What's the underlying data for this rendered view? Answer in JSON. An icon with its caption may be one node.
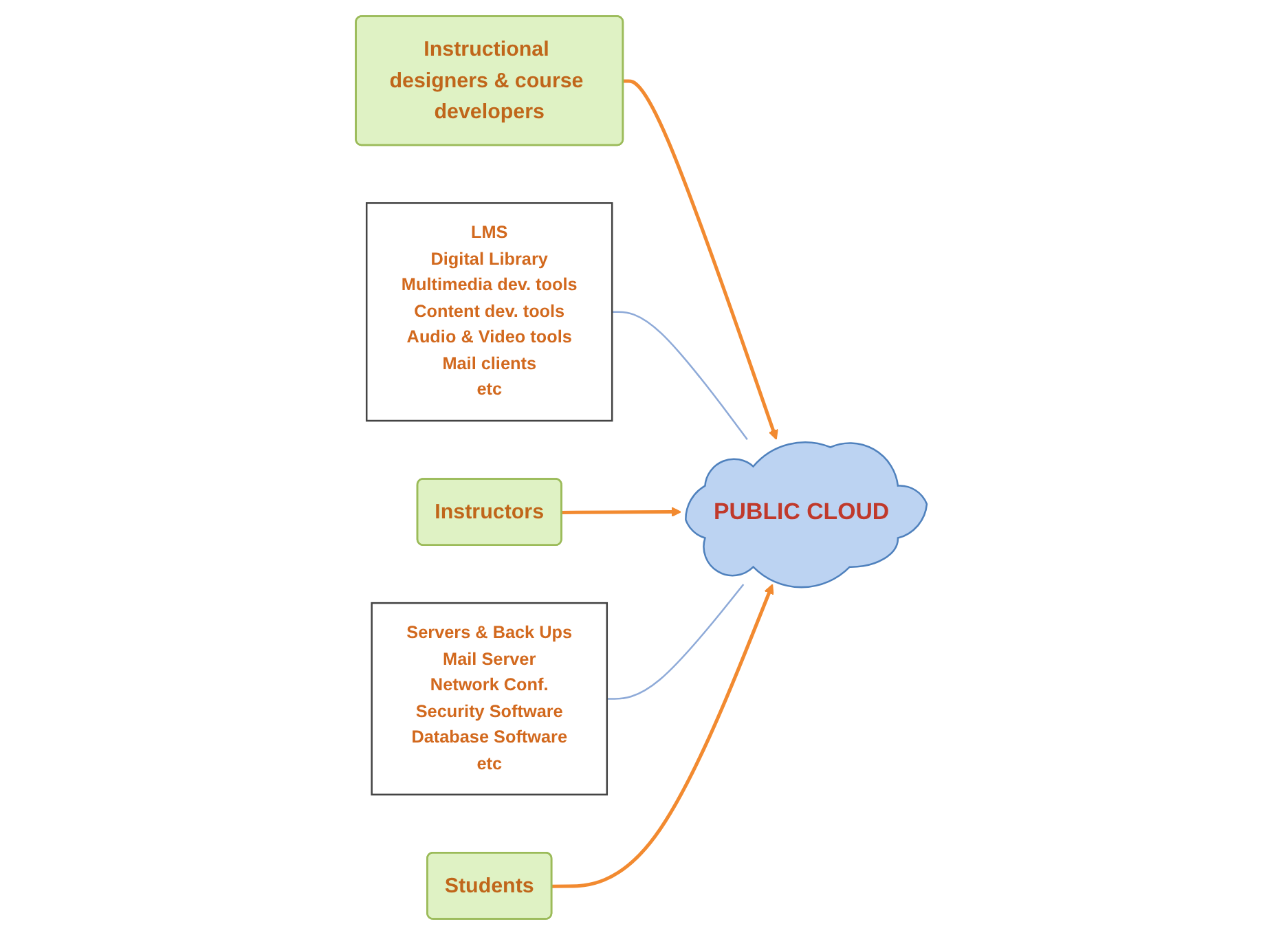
{
  "diagram": {
    "nodes": [
      {
        "text": [
          "Instructional designers & course developers"
        ]
      },
      {
        "text": [
          "PUBLIC CLOUD"
        ]
      },
      {
        "text": [
          "LMS",
          "Digital Library",
          "Multimedia  dev. tools",
          "Content dev. tools",
          "Audio & Video tools",
          "Mail clients",
          "etc"
        ]
      },
      {
        "text": [
          "Instructors"
        ]
      },
      {
        "text": [
          "Servers & Back Ups",
          "Mail Server",
          "Network Conf.",
          "Security Software",
          "Database Software",
          "etc"
        ]
      },
      {
        "text": [
          "Students"
        ]
      }
    ],
    "edges": [
      {
        "from": 0,
        "to": 1,
        "arrow": "to"
      },
      {
        "from": 2,
        "to": 1,
        "arrow": "none",
        "color": "#8eaad8"
      },
      {
        "from": 3,
        "to": 1,
        "arrow": "to"
      },
      {
        "from": 4,
        "to": 1,
        "arrow": "none",
        "color": "#8eaad8"
      },
      {
        "from": 5,
        "to": 1,
        "arrow": "to"
      }
    ]
  }
}
